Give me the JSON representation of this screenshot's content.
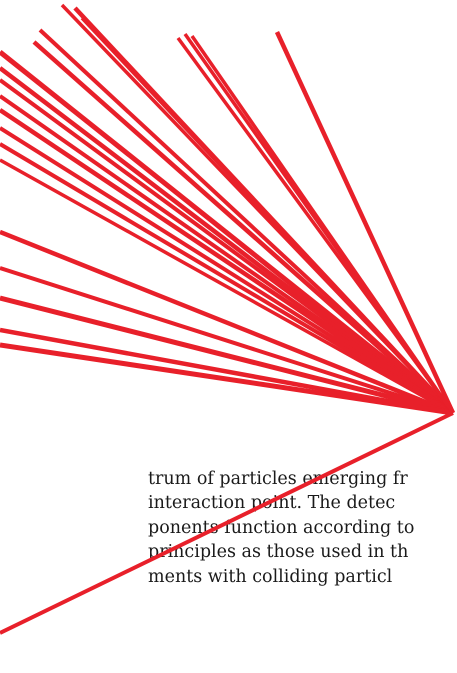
{
  "document": {
    "paragraph_lines": [
      "trum of particles emerging fr",
      "interaction point. The detec",
      "ponents function according to",
      "principles as those used in th",
      "ments with colliding particl"
    ]
  },
  "illustration": {
    "description_icon": "particle-tracks",
    "track_color": "#e8202a"
  }
}
